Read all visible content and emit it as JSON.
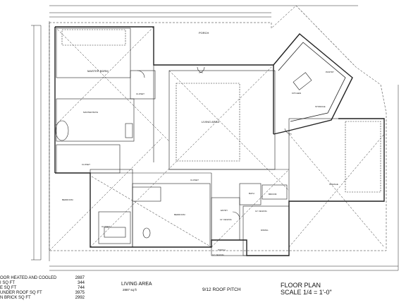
{
  "rooms": {
    "porch_top": "PORCH",
    "master_bdrm": "MASTER BDRM",
    "closet_master": "CLOSET",
    "master_bath": "MASTER BATH",
    "closet_left": "CLOSET",
    "living_area": "LIVING AREA",
    "kitchen": "KITCHEN",
    "pantry": "PANTRY",
    "storage": "STORAGE",
    "garage": "GARAGE",
    "bedroom_left": "BEDROOM",
    "bedroom_mid": "BEDROOM",
    "closet_bath": "CLOSET",
    "closet_small": "CLOSET",
    "bath": "BATH",
    "broom": "BROOM",
    "entry": "ENTRY",
    "dining": "DINING",
    "porch_bottom": "PORCH"
  },
  "ceiling_notes": {
    "c1": "12' CEILING",
    "c2": "12' CEILING",
    "c3": "12' CEILING"
  },
  "stats": [
    {
      "label": "OOR HEATED AND COOLED",
      "value": "2887"
    },
    {
      "label": "I SQ FT",
      "value": "344"
    },
    {
      "label": "E SQ FT",
      "value": "744"
    },
    {
      "label": "UNDER ROOF SQ FT",
      "value": "3975"
    },
    {
      "label": "N BRICK SQ FT",
      "value": "2992"
    }
  ],
  "living_caption": {
    "title": "LIVING AREA",
    "sqft": "2887 sq ft"
  },
  "roof_pitch": "9/12 ROOF PITCH",
  "plan_title": {
    "line1": "FLOOR PLAN",
    "line2": "SCALE 1/4 = 1'-0\""
  }
}
